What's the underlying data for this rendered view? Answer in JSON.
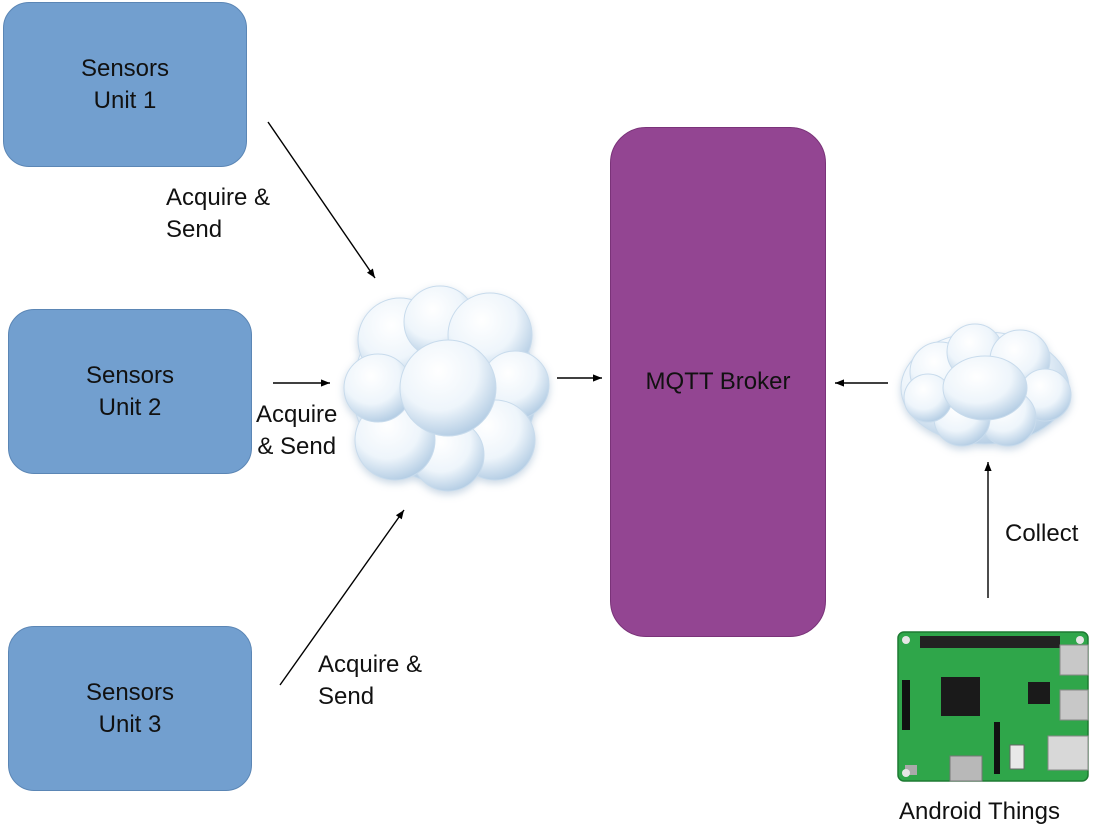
{
  "diagram": {
    "sensor_units": [
      {
        "label": "Sensors\nUnit 1"
      },
      {
        "label": "Sensors\nUnit 2"
      },
      {
        "label": "Sensors\nUnit 3"
      }
    ],
    "broker": {
      "label": "MQTT Broker"
    },
    "edge_labels": {
      "acquire_1": "Acquire &\nSend",
      "acquire_2": "Acquire\n& Send",
      "acquire_3": "Acquire &\nSend",
      "collect": "Collect"
    },
    "device": {
      "label": "Android Things",
      "icon": "raspberry-pi-board"
    },
    "clouds": [
      {
        "icon": "cloud"
      },
      {
        "icon": "cloud"
      }
    ],
    "colors": {
      "sensor_fill": "#729fcf",
      "broker_fill": "#934592",
      "board_green": "#2fa64a",
      "arrow": "#000000"
    }
  }
}
